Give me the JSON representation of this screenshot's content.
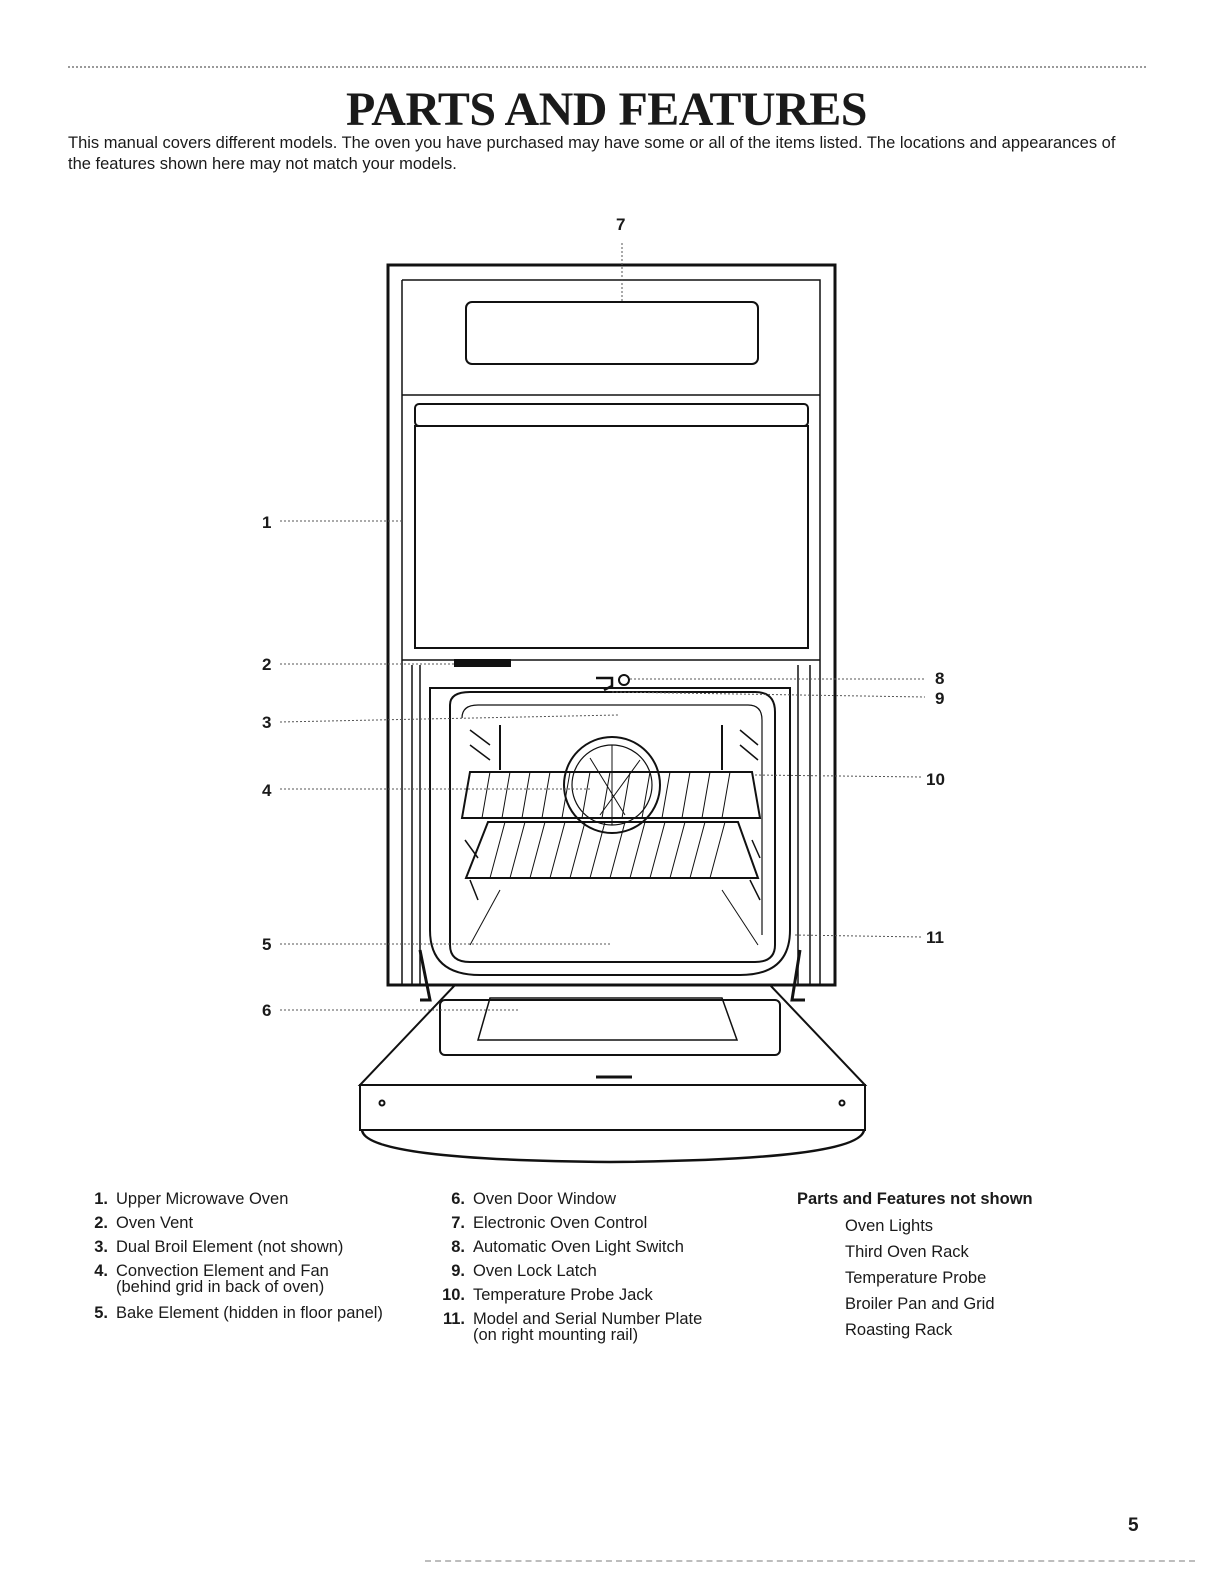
{
  "page": {
    "title": "PARTS AND FEATURES",
    "intro": "This manual covers different models. The oven you have purchased may have some or all of the items listed. The locations and appearances of the features shown here may not match your models.",
    "page_number": "5"
  },
  "diagram": {
    "callouts": [
      "1",
      "2",
      "3",
      "4",
      "5",
      "6",
      "7",
      "8",
      "9",
      "10",
      "11"
    ]
  },
  "parts_list": {
    "col1": [
      {
        "num": "1.",
        "label": "Upper Microwave Oven",
        "sub": ""
      },
      {
        "num": "2.",
        "label": "Oven Vent",
        "sub": ""
      },
      {
        "num": "3.",
        "label": "Dual Broil Element (not shown)",
        "sub": ""
      },
      {
        "num": "4.",
        "label": "Convection Element and Fan",
        "sub": "(behind grid in back of oven)"
      },
      {
        "num": "5.",
        "label": "Bake Element (hidden in floor panel)",
        "sub": ""
      }
    ],
    "col2": [
      {
        "num": "6.",
        "label": "Oven Door Window",
        "sub": ""
      },
      {
        "num": "7.",
        "label": "Electronic Oven Control",
        "sub": ""
      },
      {
        "num": "8.",
        "label": "Automatic Oven Light Switch",
        "sub": ""
      },
      {
        "num": "9.",
        "label": "Oven Lock Latch",
        "sub": ""
      },
      {
        "num": "10.",
        "label": "Temperature Probe Jack",
        "sub": ""
      },
      {
        "num": "11.",
        "label": "Model and Serial Number Plate",
        "sub": "(on right mounting rail)"
      }
    ]
  },
  "not_shown": {
    "heading": "Parts and Features not shown",
    "items": [
      "Oven Lights",
      "Third Oven Rack",
      "Temperature Probe",
      "Broiler Pan and Grid",
      "Roasting Rack"
    ]
  }
}
